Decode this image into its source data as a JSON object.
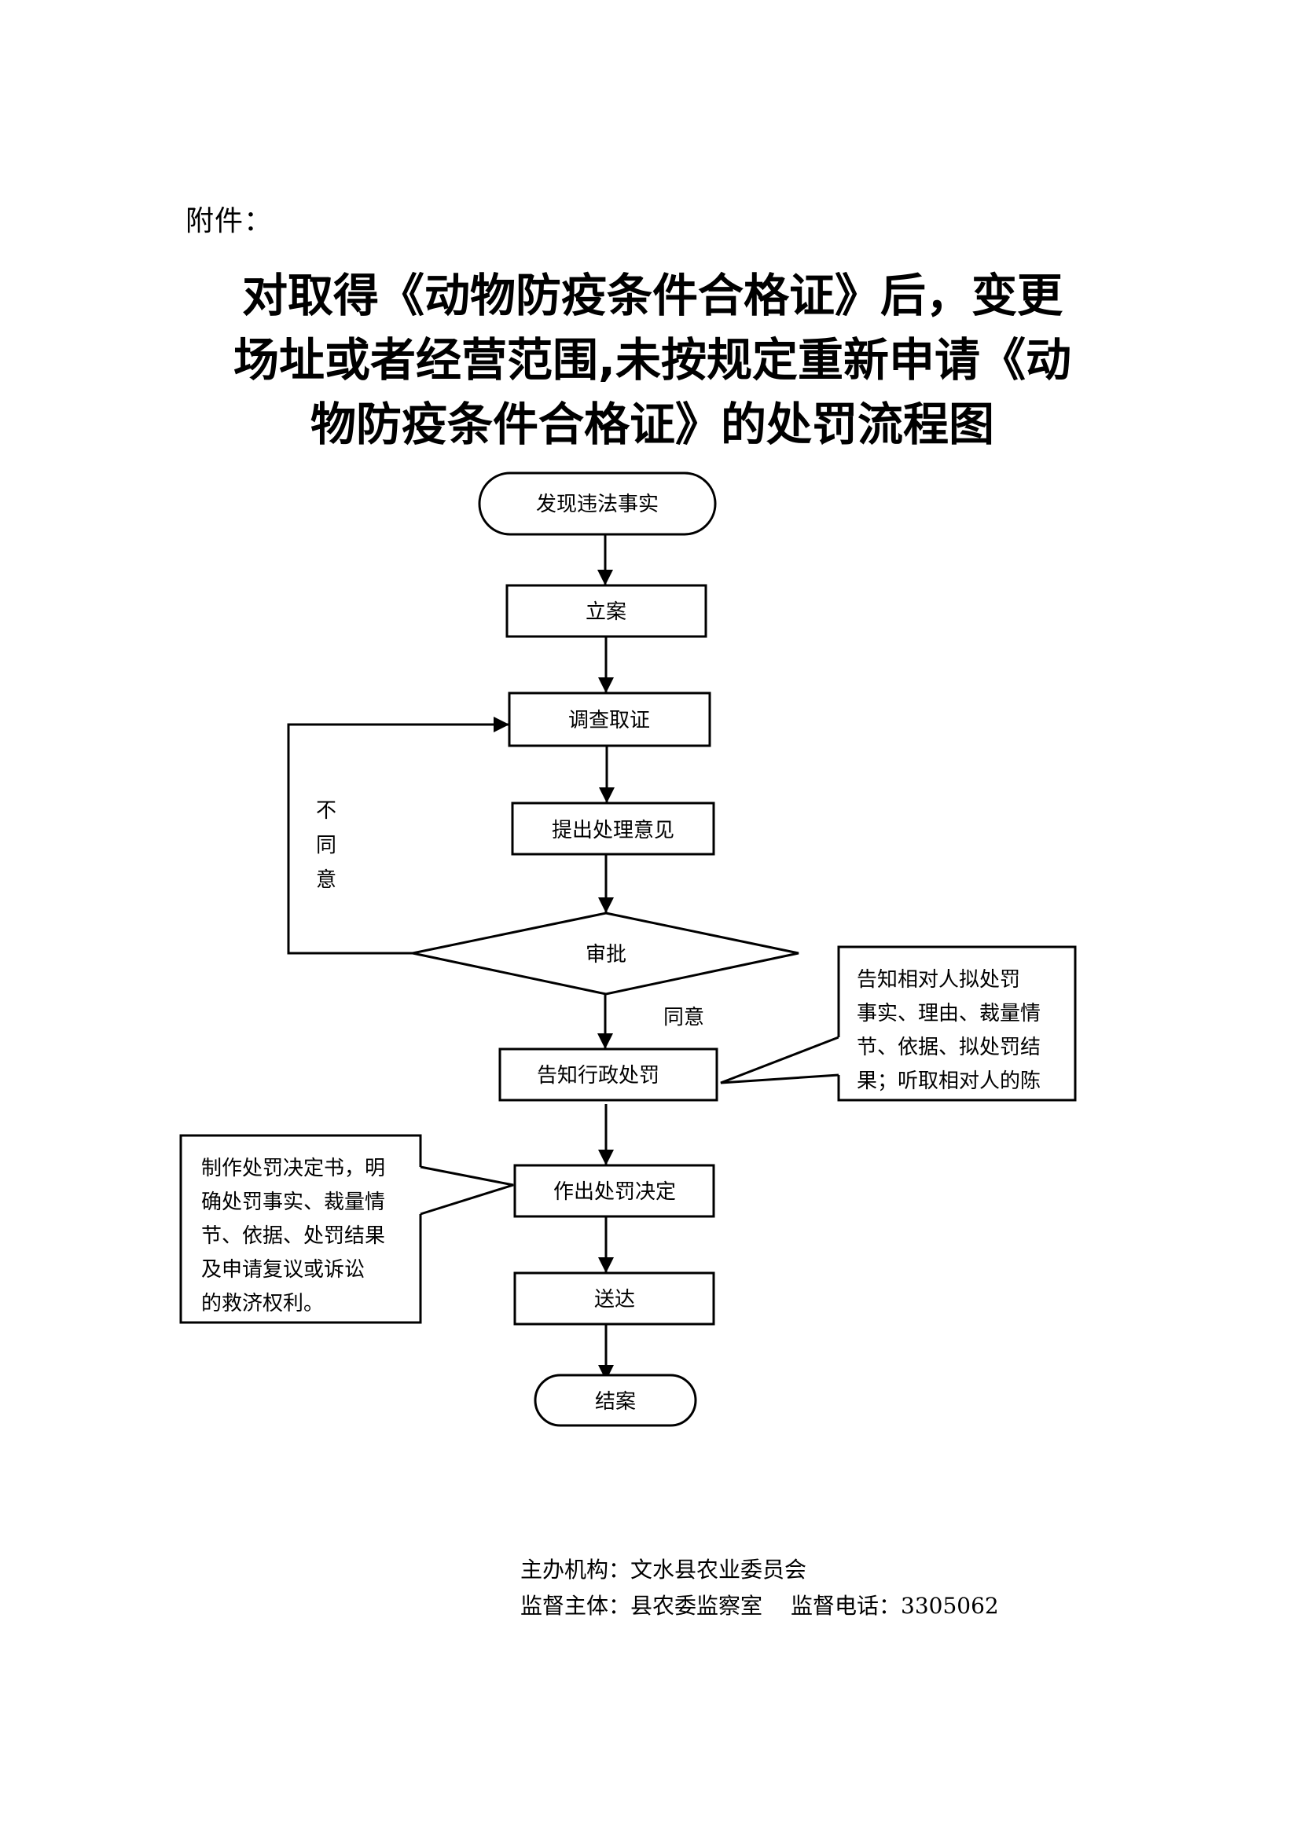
{
  "header": {
    "attachment_label": "附件：",
    "title_lines": [
      "对取得《动物防疫条件合格证》后，变更",
      "场址或者经营范围,未按规定重新申请《动",
      "物防疫条件合格证》的处罚流程图"
    ]
  },
  "flow": {
    "nodes": {
      "start": "发现违法事实",
      "file_case": "立案",
      "investigate": "调查取证",
      "propose": "提出处理意见",
      "approve": "审批",
      "notify": "告知行政处罚",
      "decide": "作出处罚决定",
      "deliver": "送达",
      "close": "结案"
    },
    "edge_labels": {
      "reject_chars": [
        "不",
        "同",
        "意"
      ],
      "agree": "同意"
    },
    "callouts": {
      "notify_lines": [
        "告知相对人拟处罚",
        "事实、理由、裁量情",
        "节、依据、拟处罚结",
        "果；听取相对人的陈"
      ],
      "decide_lines": [
        "制作处罚决定书，明",
        "确处罚事实、裁量情",
        "节、依据、处罚结果",
        "及申请复议或诉讼",
        "的救济权利。"
      ]
    }
  },
  "footer": {
    "organizer_label": "主办机构：",
    "organizer_value": "文水县农业委员会",
    "supervisor_label": "监督主体：",
    "supervisor_value": "县农委监察室",
    "phone_label": "监督电话：",
    "phone_value": "3305062"
  }
}
